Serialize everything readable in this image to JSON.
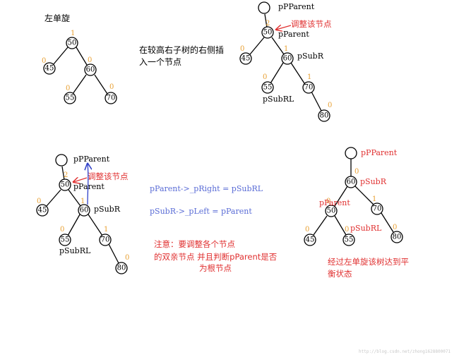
{
  "title": "左单旋",
  "insert_note": [
    "在较高右子树的右侧插",
    "入一个节点"
  ],
  "labels": {
    "pPParent": "pPParent",
    "pParent": "pParent",
    "pSubR": "pSubR",
    "pSubRL": "pSubRL",
    "adjust": "调整该节点"
  },
  "code": {
    "line1": "pParent->_pRight = pSubRL",
    "line2": "pSubR->_pLeft = pParent"
  },
  "note": [
    "注意：要调整各个节点",
    "的双亲节点 并且判断pParent是否",
    "为根节点"
  ],
  "result_note": [
    "经过左单旋该树达到平",
    "衡状态"
  ],
  "watermark": "http://blog.csdn.net/zhong1628800071",
  "colors": {
    "balance_factor": "#e8a033",
    "highlight": "#e03030",
    "code": "#5a6cd6"
  },
  "trees": {
    "t1": {
      "n50": "50",
      "n45": "45",
      "n60": "60",
      "n55": "55",
      "n70": "70",
      "bf50": "1",
      "bf45": "0",
      "bf60": "0",
      "bf55": "0",
      "bf70": "0"
    },
    "t2": {
      "n50": "50",
      "n45": "45",
      "n60": "60",
      "n55": "55",
      "n70": "70",
      "n80": "80",
      "bf50": "2",
      "bf45": "0",
      "bf60": "1",
      "bf55": "0",
      "bf70": "1",
      "bf80": "0"
    },
    "t3": {
      "n50": "50",
      "n45": "45",
      "n60": "60",
      "n55": "55",
      "n70": "70",
      "n80": "80",
      "bf50": "2",
      "bf45": "0",
      "bf60": "1",
      "bf55": "0",
      "bf70": "1",
      "bf80": "0"
    },
    "t4": {
      "n60": "60",
      "n50": "50",
      "n70": "70",
      "n45": "45",
      "n55": "55",
      "n80": "80",
      "bf60": "0",
      "bf50": "0",
      "bf70": "1",
      "bf45": "0",
      "bf55": "0",
      "bf80": "0"
    }
  }
}
